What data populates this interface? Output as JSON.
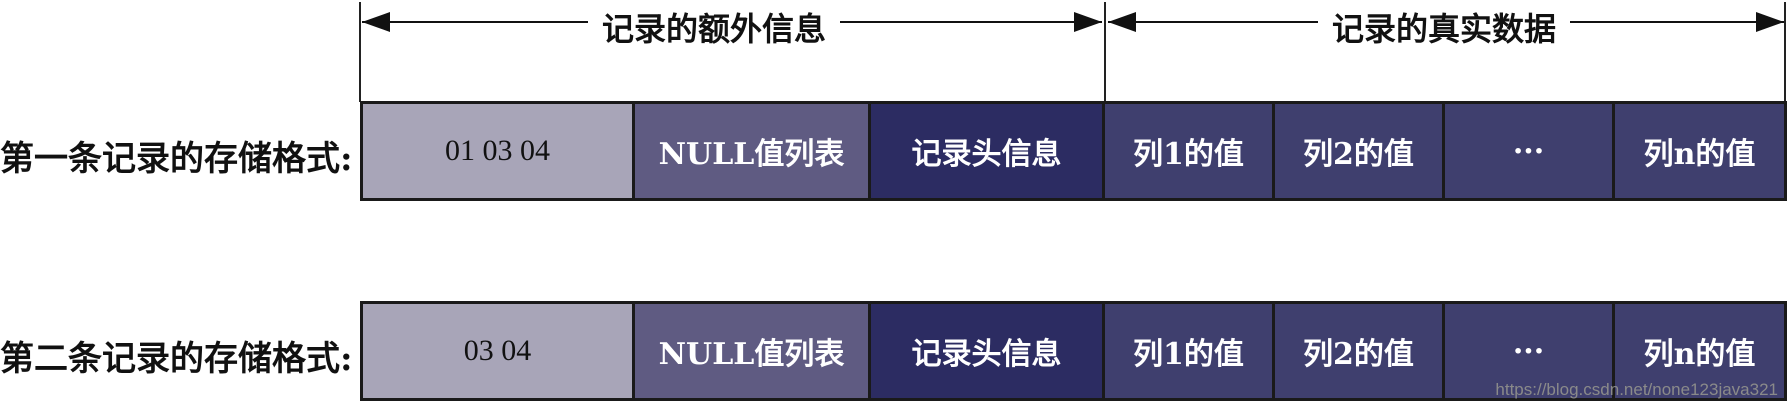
{
  "header": {
    "extra_info_label": "记录的额外信息",
    "real_data_label": "记录的真实数据"
  },
  "rows": [
    {
      "label": "第一条记录的存储格式:",
      "cells": [
        "01 03 04",
        "NULL值列表",
        "记录头信息",
        "列1的值",
        "列2的值",
        "···",
        "列n的值"
      ]
    },
    {
      "label": "第二条记录的存储格式:",
      "cells": [
        "03 04",
        "NULL值列表",
        "记录头信息",
        "列1的值",
        "列2的值",
        "···",
        "列n的值"
      ]
    }
  ],
  "colors": {
    "length_list": "#a8a5b8",
    "null_list": "#5f5b82",
    "record_header": "#2c2c62",
    "column_values": "#3f3f6e"
  },
  "watermark": "https://blog.csdn.net/none123java321"
}
